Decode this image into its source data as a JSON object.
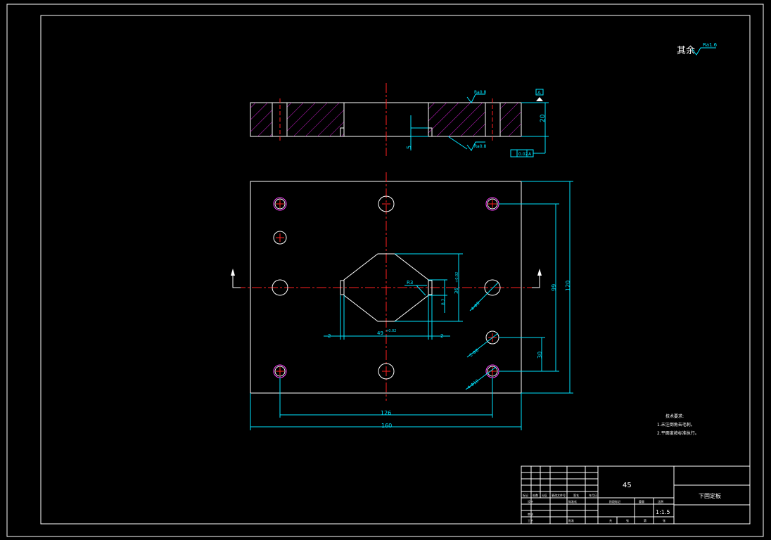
{
  "drawing": {
    "surface_note_prefix": "其余",
    "surface_note_ra": "Ra1.6",
    "roughness_top": "Ra0.8",
    "roughness_bottom": "Ra0.8",
    "datum_label": "A",
    "flatness_value": "0.02",
    "flatness_datum": "A",
    "dims": {
      "thickness": "20",
      "step_depth": "5",
      "width_160": "160",
      "span_126": "126",
      "height_120": "120",
      "span_99": "99",
      "span_30": "30",
      "left_2": "2",
      "right_2": "2",
      "opening_49": "49",
      "opening_49_tol": "+0.02",
      "opening_36": "36",
      "opening_36_tol": "+0.02",
      "dim_8_2": "8.2",
      "radius_r3": "R3",
      "holes_a": "4-Φ9",
      "holes_b": "2-Φ8",
      "holes_c": "4-Φ10"
    },
    "tech_req_title": "技术要求:",
    "tech_req_1": "1.未注倒角去毛刺。",
    "tech_req_2": "2.平面度按标准执行。"
  },
  "title_block": {
    "material": "45",
    "part_name": "下固定板",
    "scale": "1:1.5",
    "labels": [
      "标记",
      "处数",
      "分区",
      "更改文件号",
      "签名",
      "年月日",
      "设计",
      "标准化",
      "审核",
      "工艺",
      "批准"
    ],
    "right_labels": [
      "阶段标记",
      "重量",
      "比例",
      "共",
      "张",
      "第",
      "张"
    ]
  },
  "colors": {
    "outline": "#ffffff",
    "dimension": "#00e5ff",
    "centerline": "#ff2020",
    "hatch": "#d020d0",
    "hole_circle": "#ff40ff"
  }
}
